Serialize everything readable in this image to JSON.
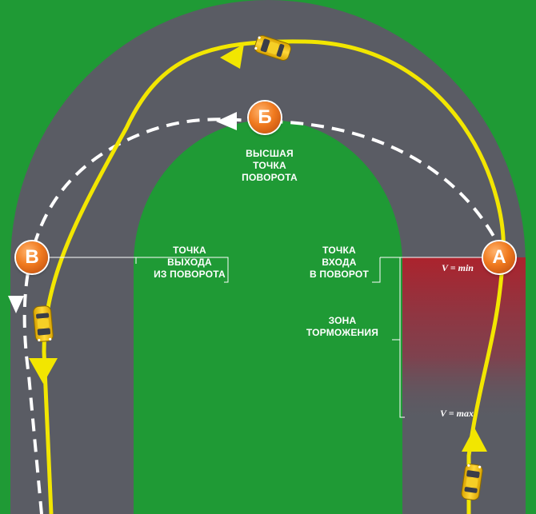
{
  "labels": {
    "apex": [
      "ВЫСШАЯ",
      "ТОЧКА",
      "ПОВОРОТА"
    ],
    "exit_point": [
      "ТОЧКА",
      "ВЫХОДА",
      "ИЗ ПОВОРОТА"
    ],
    "entry_point": [
      "ТОЧКА",
      "ВХОДА",
      "В ПОВОРОТ"
    ],
    "braking_zone": [
      "ЗОНА",
      "ТОРМОЖЕНИЯ"
    ]
  },
  "markers": {
    "entry": "А",
    "apex": "Б",
    "exit": "В"
  },
  "speeds": {
    "min": "V = min",
    "max": "V = max"
  },
  "colors": {
    "grass": "#1f9a35",
    "road": "#5a5c64",
    "racing_line": "#f2e600",
    "dashed_line": "#ffffff",
    "braking_zone": "#b0202a",
    "marker": "#f07a1f",
    "car": "#f2c200"
  },
  "icons": [
    "car-icon",
    "arrow-icon"
  ]
}
